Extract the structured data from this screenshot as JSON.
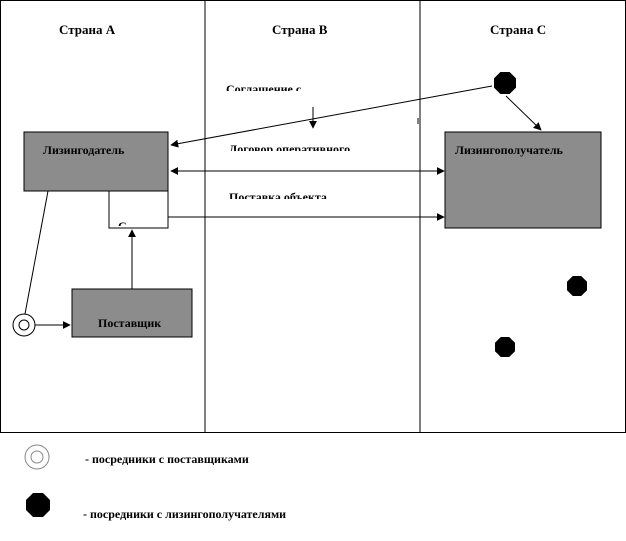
{
  "columns": {
    "a": "Страна A",
    "b": "Страна B",
    "c": "Страна C"
  },
  "boxes": {
    "lessor": "Лизингодатель",
    "lessee": "Лизингополучатель",
    "supplier": "Поставщик",
    "contract_box": "С"
  },
  "arrows": {
    "agreement": "Соглашение с",
    "contract": "Договор оперативного",
    "delivery": "Поставка объекта"
  },
  "legend": {
    "supplier_intermediaries": "-   посредники  с поставщиками",
    "lessee_intermediaries": "-  посредники с лизингополучателями"
  },
  "colors": {
    "box_fill": "#8c8c8c",
    "line": "#000000"
  },
  "icons": {
    "supplier_intermediary": "double-circle-icon",
    "lessee_intermediary": "black-octagon-icon"
  }
}
